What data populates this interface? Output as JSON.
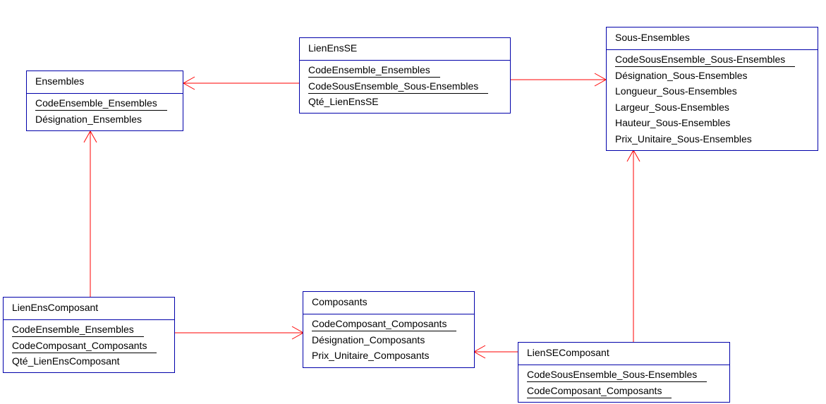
{
  "colors": {
    "entity_border": "#0000aa",
    "link": "#ff0000",
    "text": "#000000",
    "background": "#ffffff"
  },
  "entities": {
    "ensembles": {
      "title": "Ensembles",
      "attributes": [
        {
          "label": "CodeEnsemble_Ensembles",
          "key": true
        },
        {
          "label": "Désignation_Ensembles",
          "key": false
        }
      ]
    },
    "lien_ens_se": {
      "title": "LienEnsSE",
      "attributes": [
        {
          "label": "CodeEnsemble_Ensembles",
          "key": true
        },
        {
          "label": "CodeSousEnsemble_Sous-Ensembles",
          "key": true
        },
        {
          "label": "Qté_LienEnsSE",
          "key": false
        }
      ]
    },
    "sous_ensembles": {
      "title": "Sous-Ensembles",
      "attributes": [
        {
          "label": "CodeSousEnsemble_Sous-Ensembles",
          "key": true
        },
        {
          "label": "Désignation_Sous-Ensembles",
          "key": false
        },
        {
          "label": "Longueur_Sous-Ensembles",
          "key": false
        },
        {
          "label": "Largeur_Sous-Ensembles",
          "key": false
        },
        {
          "label": "Hauteur_Sous-Ensembles",
          "key": false
        },
        {
          "label": "Prix_Unitaire_Sous-Ensembles",
          "key": false
        }
      ]
    },
    "lien_ens_composant": {
      "title": "LienEnsComposant",
      "attributes": [
        {
          "label": "CodeEnsemble_Ensembles",
          "key": true
        },
        {
          "label": "CodeComposant_Composants",
          "key": true
        },
        {
          "label": "Qté_LienEnsComposant",
          "key": false
        }
      ]
    },
    "composants": {
      "title": "Composants",
      "attributes": [
        {
          "label": "CodeComposant_Composants",
          "key": true
        },
        {
          "label": "Désignation_Composants",
          "key": false
        },
        {
          "label": "Prix_Unitaire_Composants",
          "key": false
        }
      ]
    },
    "lien_se_composant": {
      "title": "LienSEComposant",
      "attributes": [
        {
          "label": "CodeSousEnsemble_Sous-Ensembles",
          "key": true
        },
        {
          "label": "CodeComposant_Composants",
          "key": true
        }
      ]
    }
  },
  "relationships": [
    {
      "from": "LienEnsSE",
      "to": "Ensembles"
    },
    {
      "from": "LienEnsSE",
      "to": "Sous-Ensembles"
    },
    {
      "from": "LienEnsComposant",
      "to": "Ensembles"
    },
    {
      "from": "LienEnsComposant",
      "to": "Composants"
    },
    {
      "from": "LienSEComposant",
      "to": "Composants"
    },
    {
      "from": "LienSEComposant",
      "to": "Sous-Ensembles"
    }
  ]
}
